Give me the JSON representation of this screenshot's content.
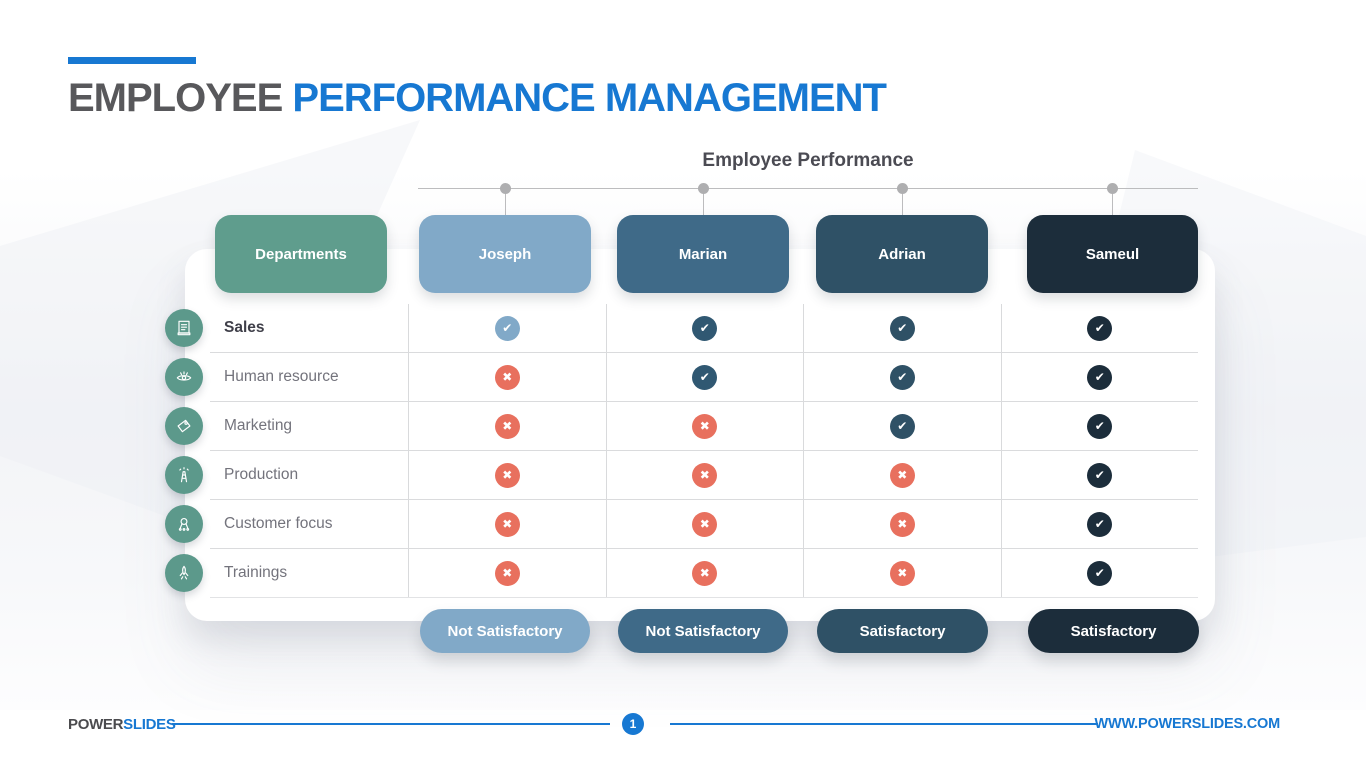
{
  "title": {
    "part1": "EMPLOYEE ",
    "part2": "PERFORMANCE MANAGEMENT"
  },
  "chart": {
    "heading": "Employee Performance",
    "columns": [
      {
        "label": "Departments",
        "color": "#5f9d8d"
      },
      {
        "label": "Joseph",
        "color": "#81a9c8",
        "verdict": "Not Satisfactory"
      },
      {
        "label": "Marian",
        "color": "#3f6a88",
        "verdict": "Not Satisfactory"
      },
      {
        "label": "Adrian",
        "color": "#2f5166",
        "verdict": "Satisfactory"
      },
      {
        "label": "Sameul",
        "color": "#1c2d3b",
        "verdict": "Satisfactory"
      }
    ],
    "rows": [
      {
        "label": "Sales",
        "icon": "newspaper-icon",
        "marks": [
          "check",
          "check",
          "check",
          "check"
        ]
      },
      {
        "label": "Human resource",
        "icon": "eye-icon",
        "marks": [
          "cross",
          "check",
          "check",
          "check"
        ]
      },
      {
        "label": "Marketing",
        "icon": "price-tag-icon",
        "marks": [
          "cross",
          "cross",
          "check",
          "check"
        ]
      },
      {
        "label": "Production",
        "icon": "tower-icon",
        "marks": [
          "cross",
          "cross",
          "cross",
          "check"
        ]
      },
      {
        "label": "Customer focus",
        "icon": "medal-icon",
        "marks": [
          "cross",
          "cross",
          "cross",
          "check"
        ]
      },
      {
        "label": "Trainings",
        "icon": "rocket-icon",
        "marks": [
          "cross",
          "cross",
          "cross",
          "check"
        ]
      }
    ],
    "colors": {
      "cross": "#e8705e",
      "grid_line": "#d9dadc",
      "icon_circle": "#5c998b",
      "accent": "#1778d2"
    }
  },
  "footer": {
    "brand_power": "POWER",
    "brand_slides": "SLIDES",
    "page_number": "1",
    "website": "WWW.POWERSLIDES.COM"
  }
}
